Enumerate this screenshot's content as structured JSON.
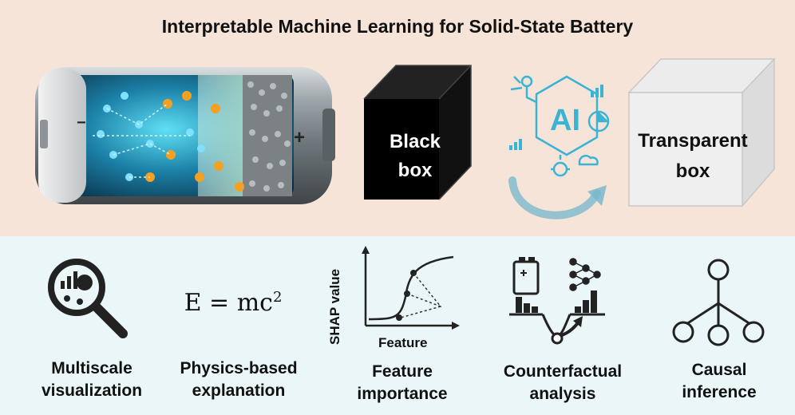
{
  "title": "Interpretable Machine Learning for Solid-State Battery",
  "top": {
    "battery_minus": "−",
    "battery_plus": "+",
    "black_box": [
      "Black",
      "box"
    ],
    "ai_label": "AI",
    "transparent_box": [
      "Transparent",
      "box"
    ]
  },
  "bottom": {
    "items": [
      {
        "label": [
          "Multiscale",
          "visualization"
        ],
        "icon": "magnifier-chart-icon"
      },
      {
        "label": [
          "Physics-based",
          "explanation"
        ],
        "icon": "formula-icon"
      },
      {
        "label": [
          "Feature",
          "importance"
        ],
        "icon": "shap-curve-icon"
      },
      {
        "label": [
          "Counterfactual",
          "analysis"
        ],
        "icon": "counterfactual-icon"
      },
      {
        "label": [
          "Causal",
          "inference"
        ],
        "icon": "causal-graph-icon"
      }
    ],
    "formula": {
      "lhs": "E = mc",
      "exp": "2"
    },
    "shap": {
      "ylabel": "SHAP value",
      "xlabel": "Feature"
    }
  },
  "colors": {
    "top_bg": "#f7e4d8",
    "bottom_bg": "#eaf6f7",
    "ai_accent": "#39b4d4",
    "arrow": "#7ab9cc"
  }
}
